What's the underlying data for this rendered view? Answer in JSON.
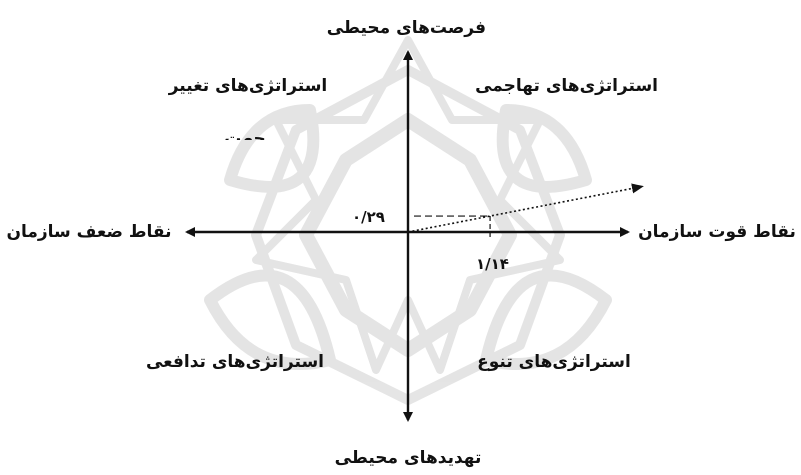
{
  "axes": {
    "top": "فرصت‌های محیطی",
    "bottom": "تهدیدهای محیطی",
    "left": "نقاط ضعف سازمان",
    "right": "نقاط قوت سازمان"
  },
  "quadrants": {
    "top_left_line1": "استراتژی‌های تغییر",
    "top_left_line2": "جهت",
    "top_right": "استراتژی‌های تهاجمی",
    "bottom_left": "استراتژی‌های تدافعی",
    "bottom_right": "استراتژی‌های تنوع"
  },
  "values": {
    "y_label": "۰/۲۹",
    "x_label": "۱/۱۴",
    "x": 1.14,
    "y": 0.29
  },
  "colors": {
    "ink": "#111111",
    "watermark": "#cfcfcf"
  }
}
